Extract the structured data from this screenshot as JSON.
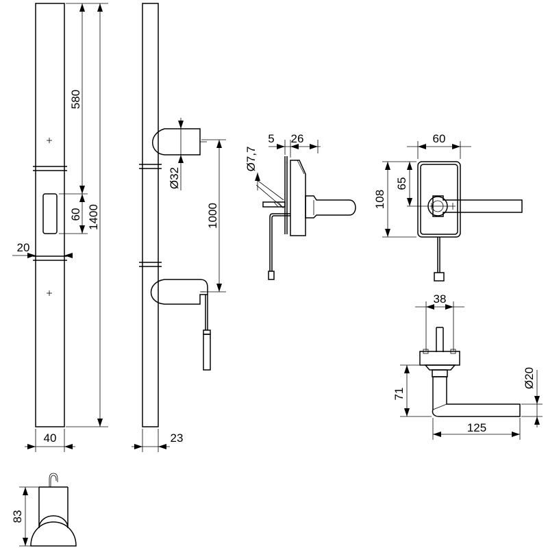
{
  "dimensions": {
    "len_580": "580",
    "len_1400": "1400",
    "len_60": "60",
    "width_20": "20",
    "width_40": "40",
    "width_23": "23",
    "dia_32": "Ø32",
    "len_1000": "1000",
    "dia_7_7": "Ø7,7",
    "len_5": "5",
    "len_26": "26",
    "rose_60": "60",
    "rose_108": "108",
    "rose_65": "65",
    "lever_38": "38",
    "lever_71": "71",
    "lever_125": "125",
    "lever_dia_20": "Ø20",
    "profile_83": "83"
  }
}
